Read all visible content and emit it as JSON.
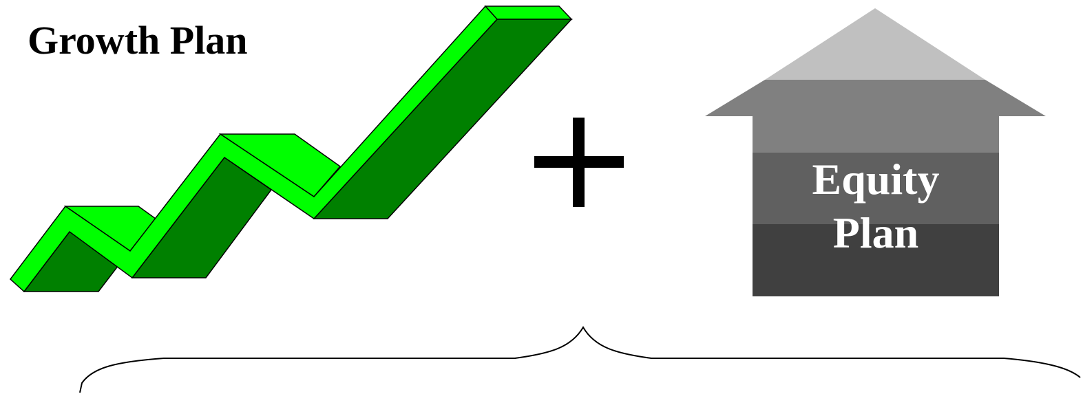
{
  "growth_plan": {
    "title": "Growth Plan"
  },
  "equity_plan": {
    "line1": "Equity",
    "line2": "Plan"
  },
  "colors": {
    "arrow_light_green": "#00ff00",
    "arrow_dark_green": "#008000",
    "house_roof_top": "#c0c0c0",
    "house_band_1": "#808080",
    "house_band_2": "#606060",
    "house_band_3": "#404040",
    "plus_sign": "#000000",
    "brace": "#000000"
  }
}
